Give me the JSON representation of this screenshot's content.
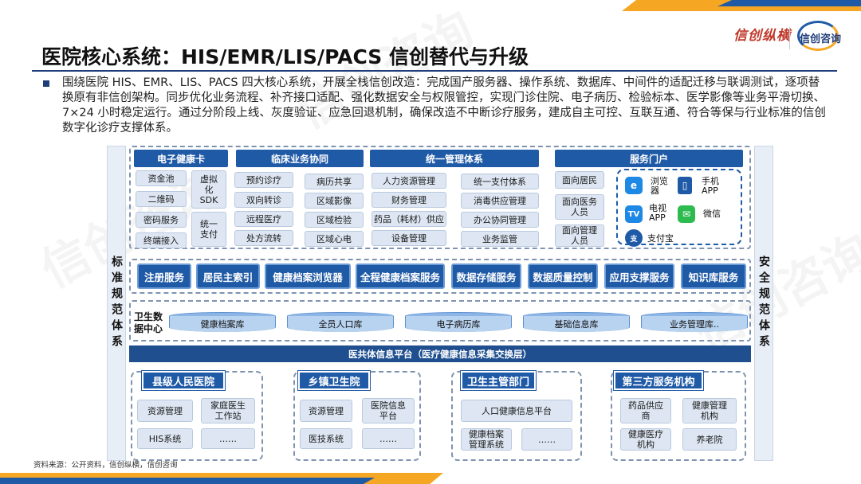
{
  "header": {
    "title": "医院核心系统：HIS/EMR/LIS/PACS 信创替代与升级",
    "logo_left": "信创纵横",
    "logo_right": "信创咨询"
  },
  "intro": "围绕医院 HIS、EMR、LIS、PACS 四大核心系统，开展全栈信创改造：完成国产服务器、操作系统、数据库、中间件的适配迁移与联调测试，逐项替换原有非信创架构。同步优化业务流程、补齐接口适配、强化数据安全与权限管控，实现门诊住院、电子病历、检验标本、医学影像等业务平滑切换、7×24 小时稳定运行。通过分阶段上线、灰度验证、应急回退机制，确保改造不中断诊疗服务，建成自主可控、互联互通、符合等保与行业标准的信创数字化诊疗支撑体系。",
  "sides": {
    "left": "标准规范体系",
    "right": "安全规范体系"
  },
  "top": {
    "headers": [
      "电子健康卡",
      "临床业务协同",
      "统一管理体系",
      "服务门户"
    ],
    "ehc": [
      "资金池",
      "二维码",
      "密码服务",
      "终端接入",
      "虚拟化SDK",
      "统一支付"
    ],
    "clinical": [
      "预约诊疗",
      "双向转诊",
      "远程医疗",
      "处方流转",
      "病历共享",
      "区域影像",
      "区域检验",
      "区域心电"
    ],
    "mgmt": [
      "人力资源管理",
      "财务管理",
      "药品（耗材）供应",
      "设备管理",
      "统一支付体系",
      "消毒供应管理",
      "办公协同管理",
      "业务监管"
    ],
    "portal": [
      "面向居民",
      "面向医务人员",
      "面向管理人员"
    ],
    "apps": {
      "browser": "浏览器",
      "phone": "手机APP",
      "tv": "电视APP",
      "wechat": "微信",
      "alipay": "支付宝"
    }
  },
  "services": [
    "注册服务",
    "居民主索引",
    "健康档案浏览器",
    "全程健康档案服务",
    "数据存储服务",
    "数据质量控制",
    "应用支撑服务",
    "知识库服务"
  ],
  "datacenter": {
    "label": "卫生数据中心",
    "dbs": [
      "健康档案库",
      "全员人口库",
      "电子病历库",
      "基础信息库",
      "业务管理库.."
    ]
  },
  "platform": "医共体信息平台（医疗健康信息采集交换层）",
  "orgs": [
    {
      "title": "县级人民医院",
      "items": [
        "资源管理",
        "家庭医生工作站",
        "HIS系统",
        "……"
      ]
    },
    {
      "title": "乡镇卫生院",
      "items": [
        "资源管理",
        "医院信息平台",
        "医技系统",
        "……"
      ]
    },
    {
      "title": "卫生主管部门",
      "items": [
        "人口健康信息平台",
        "健康档案管理系统",
        "……"
      ]
    },
    {
      "title": "第三方服务机构",
      "items": [
        "药品供应商",
        "健康管理机构",
        "健康医疗机构",
        "养老院"
      ]
    }
  ],
  "source": "资料来源：公开资料，信创纵横，信创咨询",
  "watermark": "信创咨询",
  "colors": {
    "primary": "#1f5aa6",
    "accent": "#f5a623",
    "light": "#dde6f2"
  }
}
